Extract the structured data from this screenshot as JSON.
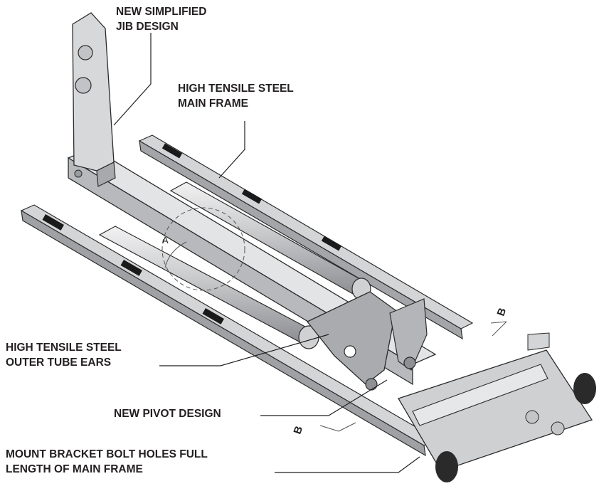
{
  "colors": {
    "text": "#231f20",
    "steel_light": "#d9dadc",
    "steel_mid": "#b7b9bc",
    "steel_dark": "#7d7f83",
    "outline": "#2b2b2b",
    "pad": "#1a1a1a"
  },
  "callouts": {
    "jib": {
      "line1": "NEW SIMPLIFIED",
      "line2": "JIB DESIGN"
    },
    "main_frame": {
      "line1": "HIGH TENSILE STEEL",
      "line2": "MAIN FRAME"
    },
    "outer_tube": {
      "line1": "HIGH TENSILE STEEL",
      "line2": "OUTER TUBE EARS"
    },
    "pivot": {
      "line1": "NEW PIVOT DESIGN"
    },
    "bolt_holes": {
      "line1": "MOUNT BRACKET BOLT HOLES FULL",
      "line2": "LENGTH OF MAIN FRAME"
    }
  },
  "section_labels": {
    "detail": "A",
    "section_upper": "B",
    "section_lower": "B"
  }
}
